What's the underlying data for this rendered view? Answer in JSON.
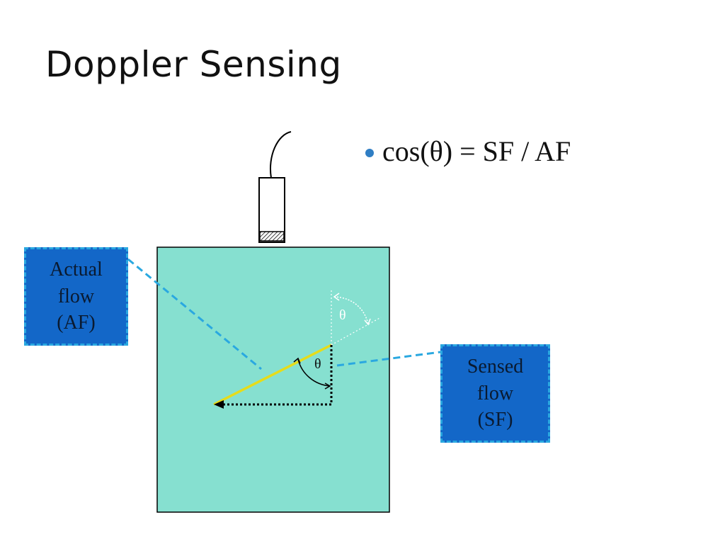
{
  "slide": {
    "title": "Doppler Sensing",
    "bullet": "cos(θ) = SF / AF"
  },
  "diagram": {
    "actual_flow_label": [
      "Actual",
      "flow",
      "(AF)"
    ],
    "sensed_flow_label": [
      "Sensed",
      "flow",
      "(SF)"
    ],
    "angle_inner": "θ",
    "angle_outer": "θ"
  },
  "colors": {
    "medium": "#86e0d0",
    "label_box_fill": "#1367c8",
    "leader_line": "#2aa8e0",
    "flow_vector": "#e6dc1a",
    "bullet": "#2f7ec4"
  }
}
